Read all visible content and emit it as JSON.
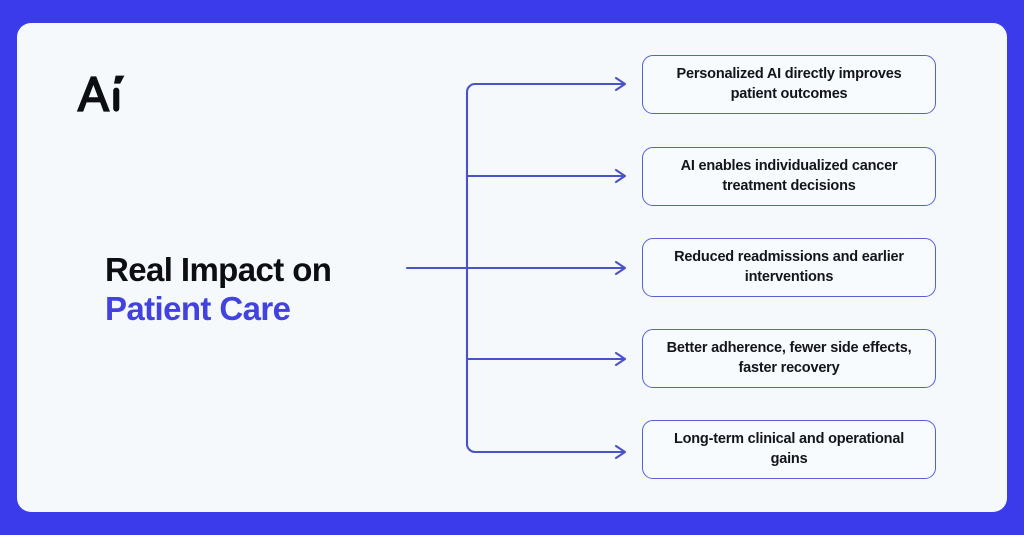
{
  "theme": {
    "frame_color": "#3b3beb",
    "card_background": "#f5f9fc",
    "accent_color": "#4242e0",
    "connector_color": "#4a52c8",
    "box_border_color": "#5a5fd2",
    "box_background": "#f7fbfd",
    "heading_color": "#0d0d14"
  },
  "logo": {
    "name": "ai-logo",
    "text": "Ai"
  },
  "headline": {
    "line1": "Real Impact on",
    "line2": "Patient Care"
  },
  "outcomes": [
    {
      "id": "outcome-1",
      "label": "Personalized AI directly improves patient outcomes"
    },
    {
      "id": "outcome-2",
      "label": "AI enables individualized cancer treatment decisions"
    },
    {
      "id": "outcome-3",
      "label": "Reduced readmissions and earlier interventions"
    },
    {
      "id": "outcome-4",
      "label": "Better adherence, fewer side effects, faster recovery"
    },
    {
      "id": "outcome-5",
      "label": "Long-term clinical and operational gains"
    }
  ],
  "connectors": {
    "name": "branching-arrow-connectors",
    "count": 5
  }
}
